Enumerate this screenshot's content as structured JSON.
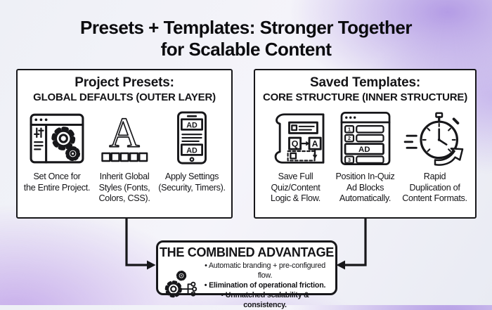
{
  "title": {
    "line1": "Presets + Templates: Stronger Together",
    "line2": "for Scalable Content"
  },
  "left_panel": {
    "heading": "Project Presets:",
    "subheading": "GLOBAL DEFAULTS (OUTER LAYER)",
    "captions": [
      "Set Once for\nthe Entire Project.",
      "Inherit Global\nStyles (Fonts,\nColors, CSS).",
      "Apply Settings\n(Security, Timers)."
    ]
  },
  "right_panel": {
    "heading": "Saved Templates:",
    "subheading": "CORE STRUCTURE (INNER STRUCTURE)",
    "captions": [
      "Save Full\nQuiz/Content\nLogic & Flow.",
      "Position In-Quiz\nAd Blocks\nAutomatically.",
      "Rapid\nDuplication of\nContent Formats."
    ]
  },
  "combined": {
    "title": "THE COMBINED ADVANTAGE",
    "bullets": [
      "• Automatic branding + pre-configured flow.",
      "• Elimination of operational friction.",
      "• Unmatched scalability & consistency."
    ]
  },
  "icon_labels": {
    "ad": "AD",
    "q": "Q",
    "a": "A",
    "n1": "1",
    "n2": "2",
    "n3": "3",
    "letter_a": "A"
  },
  "colors": {
    "ink": "#17171a",
    "panel_bg": "#ffffff",
    "accent_purple": "#c2abe9"
  }
}
